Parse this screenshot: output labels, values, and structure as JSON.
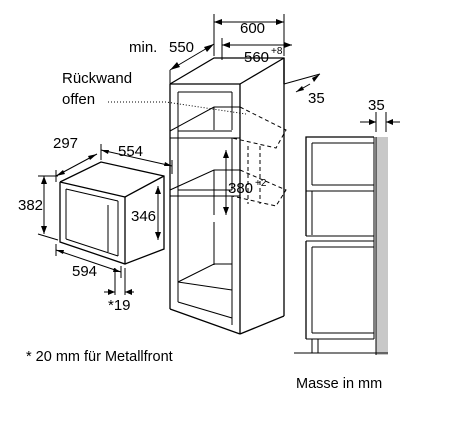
{
  "dimensions": {
    "cabinet_width": "600",
    "min_depth_prefix": "min.",
    "min_depth": "550",
    "niche_width": "560",
    "niche_width_tol": "+8",
    "rear_gap": "35",
    "back_wall_label_line1": "Rückwand",
    "back_wall_label_line2": "offen",
    "niche_height": "380",
    "niche_height_tol": "+2",
    "appliance_depth": "297",
    "appliance_width": "554",
    "appliance_height": "382",
    "door_height": "346",
    "front_width": "594",
    "front_offset": "*19",
    "side_gap": "35"
  },
  "footnote": "* 20 mm für Metallfront",
  "units_note": "Masse in mm"
}
